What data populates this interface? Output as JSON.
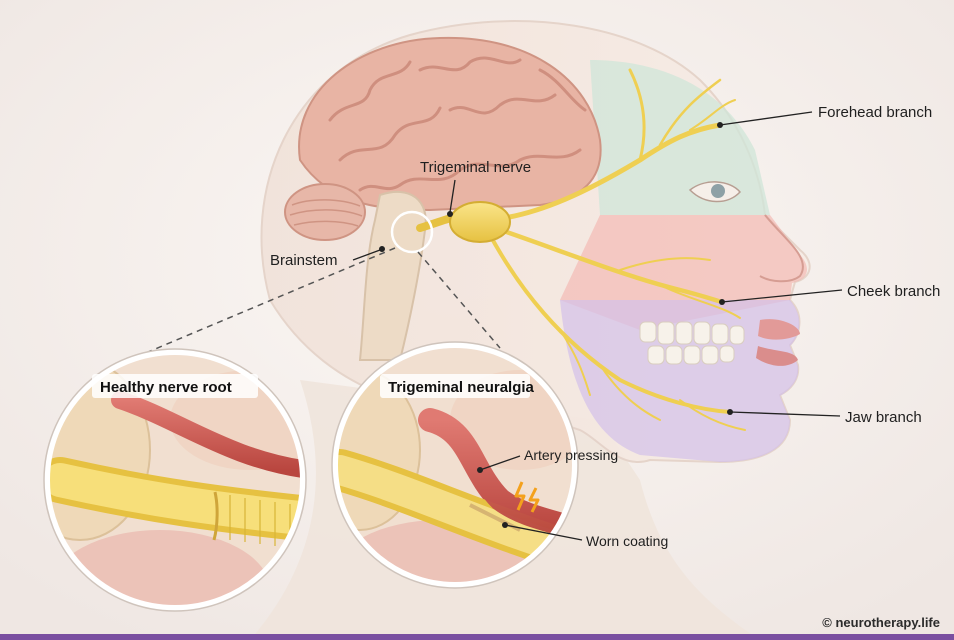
{
  "labels": {
    "trigeminal_nerve": "Trigeminal nerve",
    "brainstem": "Brainstem",
    "forehead_branch": "Forehead branch",
    "cheek_branch": "Cheek branch",
    "jaw_branch": "Jaw branch"
  },
  "insets": {
    "healthy": {
      "title": "Healthy nerve root"
    },
    "neuralgia": {
      "title": "Trigeminal neuralgia",
      "artery_label": "Artery pressing",
      "coating_label": "Worn coating"
    }
  },
  "credit": "© neurotherapy.life",
  "colors": {
    "nerve": "#f2d55a",
    "artery": "#cf5f5b",
    "forehead_zone": "#cfe6d8",
    "cheek_zone": "#f3b7b0",
    "jaw_zone": "#d3c0ea",
    "brain": "#e8b4a4"
  }
}
